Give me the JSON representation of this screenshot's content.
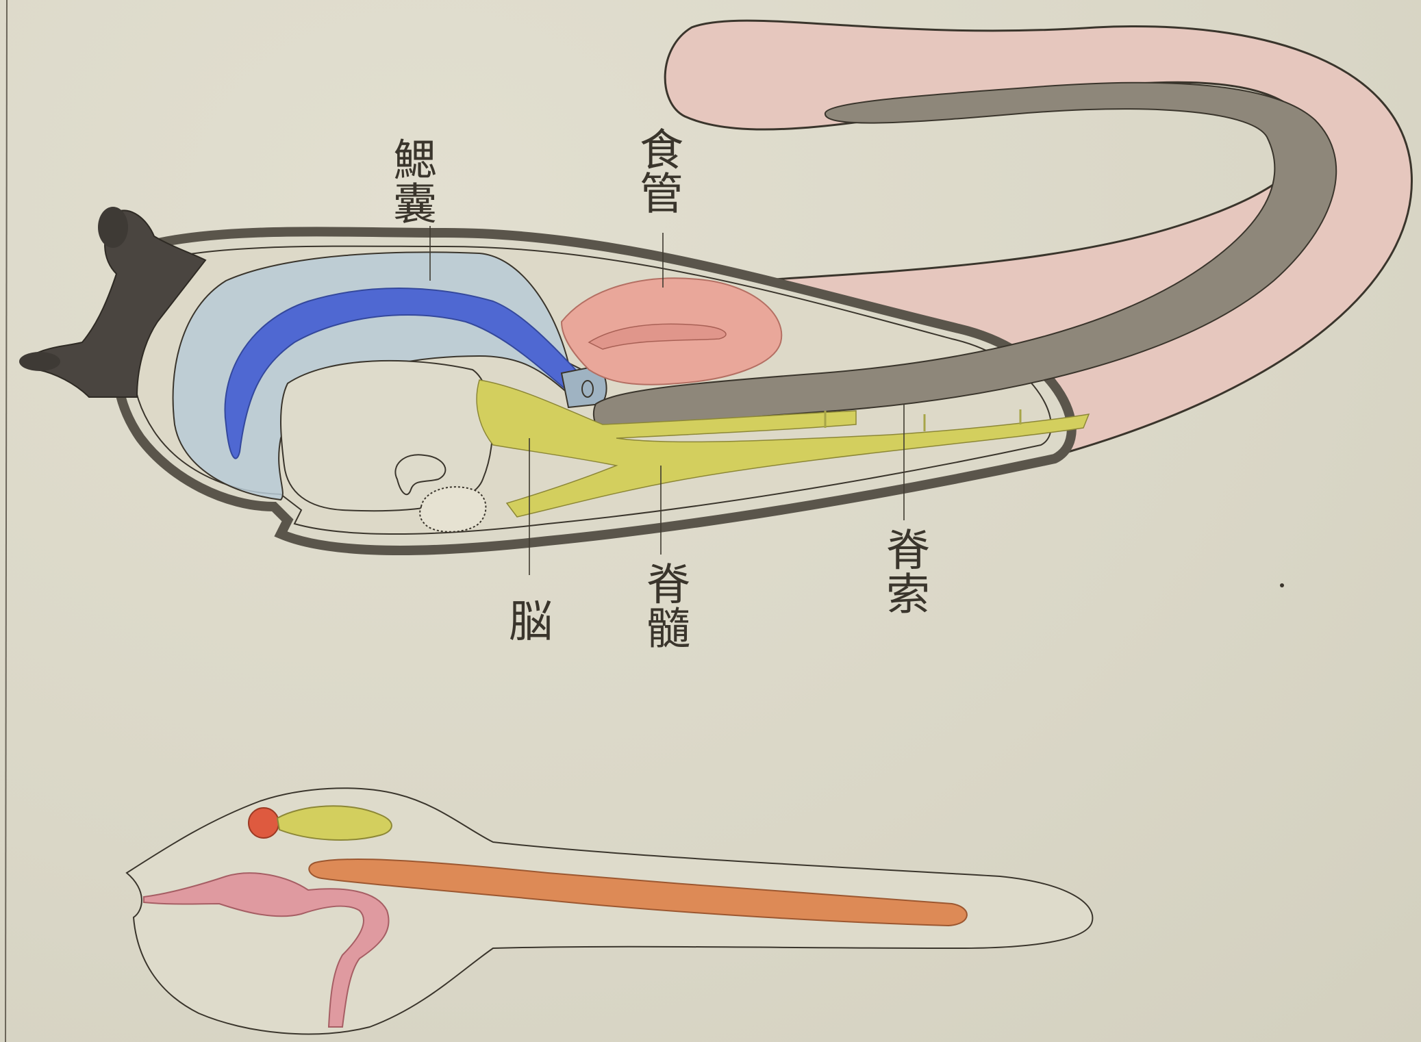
{
  "labels": {
    "gill_sac": "鰓囊",
    "esophagus": "食管",
    "brain": "脳",
    "spinal_cord": "脊髓",
    "notochord": "脊索"
  },
  "colors": {
    "paper": "#dcd9c9",
    "outline": "#3a352c",
    "gill_blue": "#4f68d2",
    "gill_light": "#b9cad6",
    "esophagus_pink": "#e9a79a",
    "tail_pink": "#e4c3bb",
    "notochord_gray": "#8e877a",
    "spinal_yellow": "#d3cf5e",
    "head_dark": "#4a4540",
    "larva_red": "#de5a3f",
    "larva_orange": "#dd8a56",
    "larva_pink": "#df9aa0"
  }
}
